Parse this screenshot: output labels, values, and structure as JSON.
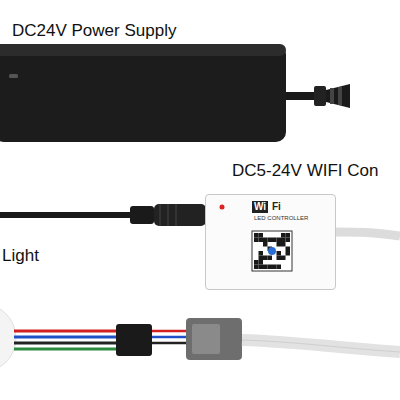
{
  "diagram": {
    "nodes": [
      {
        "text": [
          "Wi",
          "Fi",
          "LED CONTROLLER"
        ]
      }
    ],
    "labels": [
      "DC24V Power Supply",
      "DC5-24V WIFI Con",
      "Light"
    ]
  }
}
